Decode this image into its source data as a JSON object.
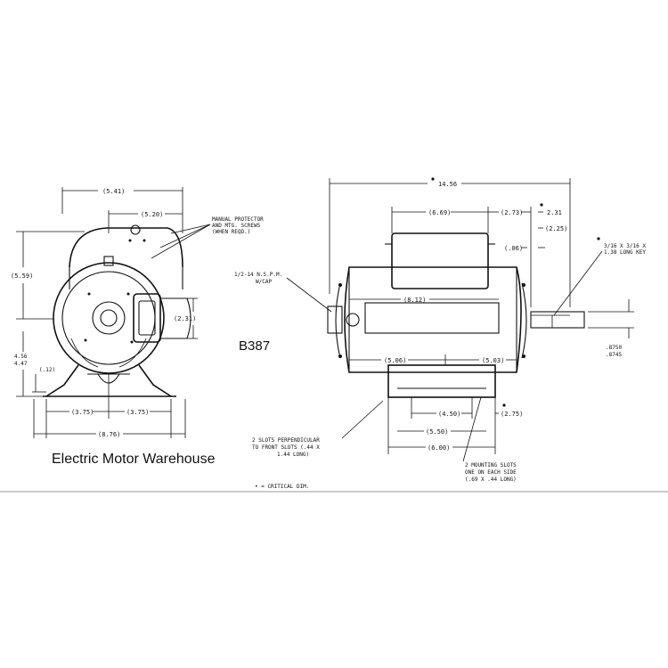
{
  "model": "B387",
  "brand": "Electric Motor Warehouse",
  "front_view": {
    "dim_width_top": "(5.41)",
    "dim_width_mid": "(5.20)",
    "dim_height": "(5.59)",
    "dim_box": "(2.31)",
    "dim_shaft_height_a": "4.56",
    "dim_shaft_height_b": "4.47",
    "dim_foot": "(.12)",
    "dim_half_left": "(3.75)",
    "dim_half_right": "(3.75)",
    "dim_base": "(8.76)",
    "note_protector_1": "MANUAL PROTECTOR",
    "note_protector_2": "AND MTG. SCREWS",
    "note_protector_3": "(WHEN REQD.)"
  },
  "side_view": {
    "dim_overall": "14.56",
    "dim_cap": "(6.69)",
    "dim_273": "(2.73)",
    "dim_231": "2.31",
    "dim_225": "(2.25)",
    "dim_06": "(.06)",
    "dim_812": "(8.12)",
    "dim_506": "(5.06)",
    "dim_503": "(5.03)",
    "dim_450": "(4.50)",
    "dim_275": "(2.75)",
    "dim_550": "(5.50)",
    "dim_600": "(6.00)",
    "shaft_dia_a": ".8750",
    "shaft_dia_b": ".8745",
    "note_conduit_1": "1/2-14 N.S.P.M.",
    "note_conduit_2": "W/CAP",
    "note_key_1": "3/16 X 3/16 X",
    "note_key_2": "1.38 LONG KEY",
    "note_slots_1": "2 SLOTS PERPENDICULAR",
    "note_slots_2": "TO FRONT SLOTS (.44 X",
    "note_slots_3": "1.44 LONG)",
    "note_mount_1": "2 MOUNTING SLOTS",
    "note_mount_2": "ONE ON EACH SIDE",
    "note_mount_3": "(.69 X .44 LONG)"
  },
  "legend": "• = CRITICAL DIM."
}
